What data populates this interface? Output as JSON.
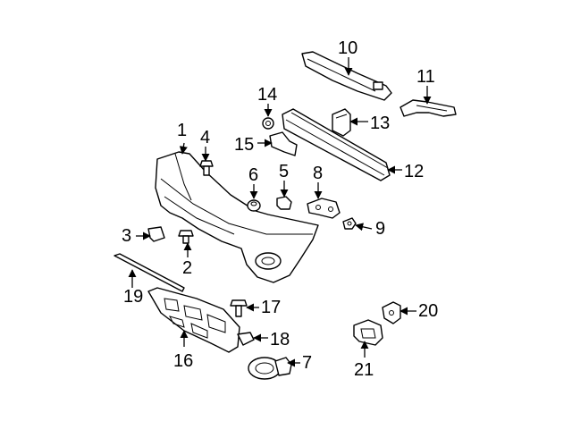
{
  "callouts": {
    "c1": "1",
    "c2": "2",
    "c3": "3",
    "c4": "4",
    "c5": "5",
    "c6": "6",
    "c7": "7",
    "c8": "8",
    "c9": "9",
    "c10": "10",
    "c11": "11",
    "c12": "12",
    "c13": "13",
    "c14": "14",
    "c15": "15",
    "c16": "16",
    "c17": "17",
    "c18": "18",
    "c19": "19",
    "c20": "20",
    "c21": "21"
  },
  "colors": {
    "line": "#000000",
    "background": "#ffffff"
  }
}
